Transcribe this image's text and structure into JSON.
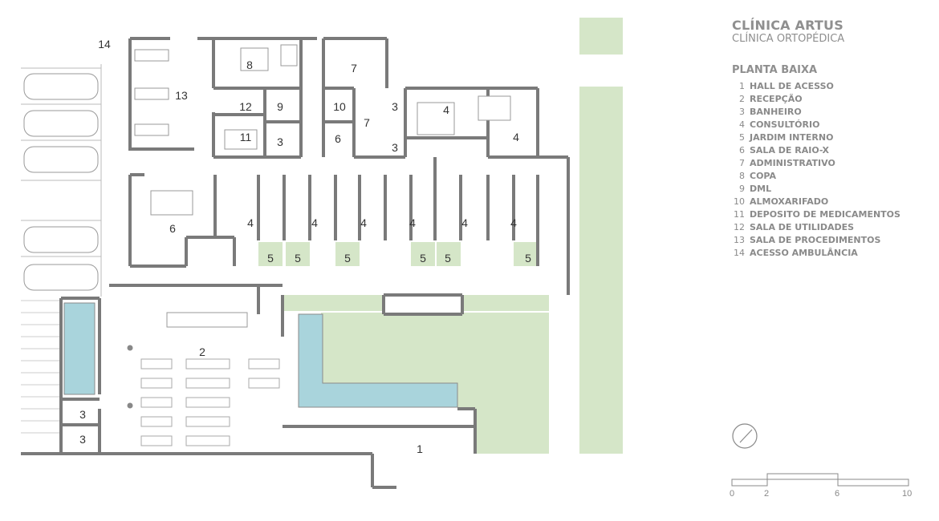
{
  "header": {
    "title": "CLÍNICA ARTUS",
    "subtitle": "CLÍNICA ORTOPÉDICA"
  },
  "legend": {
    "title": "PLANTA BAIXA",
    "items": [
      {
        "num": "1",
        "label": "HALL DE ACESSO"
      },
      {
        "num": "2",
        "label": "RECEPÇÃO"
      },
      {
        "num": "3",
        "label": "BANHEIRO"
      },
      {
        "num": "4",
        "label": "CONSULTÓRIO"
      },
      {
        "num": "5",
        "label": "JARDIM INTERNO"
      },
      {
        "num": "6",
        "label": "SALA DE RAIO-X"
      },
      {
        "num": "7",
        "label": "ADMINISTRATIVO"
      },
      {
        "num": "8",
        "label": "COPA"
      },
      {
        "num": "9",
        "label": "DML"
      },
      {
        "num": "10",
        "label": "ALMOXARIFADO"
      },
      {
        "num": "11",
        "label": "DEPOSITO DE MEDICAMENTOS"
      },
      {
        "num": "12",
        "label": "SALA DE UTILIDADES"
      },
      {
        "num": "13",
        "label": "SALA DE PROCEDIMENTOS"
      },
      {
        "num": "14",
        "label": "ACESSO AMBULÂNCIA"
      }
    ]
  },
  "scale_bar": {
    "ticks": [
      "0",
      "2",
      "6",
      "10"
    ]
  },
  "room_labels": [
    "14",
    "13",
    "8",
    "7",
    "12",
    "9",
    "10",
    "7",
    "3",
    "4",
    "4",
    "11",
    "3",
    "6",
    "3",
    "6",
    "4",
    "4",
    "4",
    "4",
    "4",
    "4",
    "5",
    "5",
    "5",
    "5",
    "5",
    "5",
    "2",
    "3",
    "3",
    "1"
  ],
  "icons": {
    "north": "north-arrow-icon"
  },
  "colors": {
    "wall": "#7a7a7a",
    "garden": "#d5e6c8",
    "pool": "#a9d4dc",
    "text": "#8f8f8f"
  }
}
